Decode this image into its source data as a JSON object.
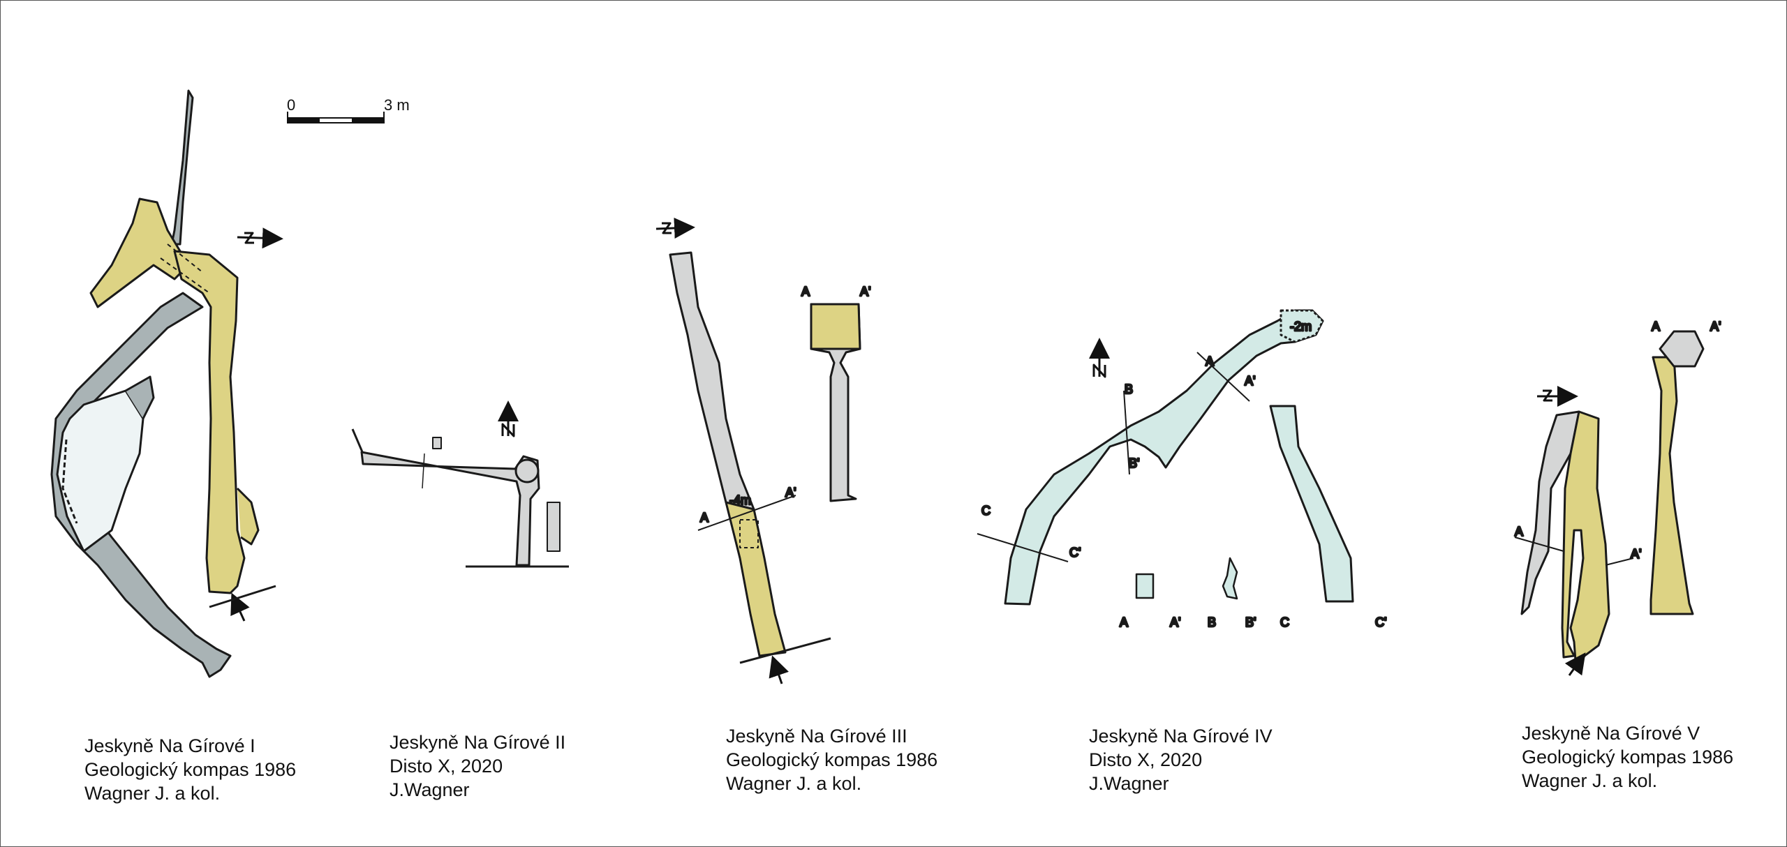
{
  "scale_bar": {
    "min": "0",
    "max": "3 m"
  },
  "colors": {
    "gray": "#a9b3b5",
    "light_gray": "#d5d6d6",
    "yellow": "#ddd384",
    "mint": "#d3eae6",
    "pale": "#eef4f5",
    "outline": "#1a1a1a"
  },
  "plans": [
    {
      "lines": [
        "Jeskyně Na Gírové I",
        "Geologický kompas 1986",
        "Wagner J. a kol."
      ],
      "labels": []
    },
    {
      "lines": [
        "Jeskyně Na Gírové II",
        "Disto X, 2020",
        "J.Wagner"
      ],
      "labels": []
    },
    {
      "lines": [
        "Jeskyně Na Gírové III",
        "Geologický kompas 1986",
        "Wagner J. a kol."
      ],
      "labels": {
        "depth": "-4m",
        "a": "A",
        "a1": "A'",
        "xa": "A",
        "xa1": "A'"
      }
    },
    {
      "lines": [
        "Jeskyně Na Gírové IV",
        "Disto X, 2020",
        "J.Wagner"
      ],
      "labels": {
        "depth": "-2m",
        "a": "A",
        "a1": "A'",
        "b": "B",
        "b1": "B'",
        "c": "C",
        "c1": "C'",
        "xa": "A",
        "xa1": "A'",
        "xb": "B",
        "xb1": "B'",
        "xc": "C",
        "xc1": "C'"
      }
    },
    {
      "lines": [
        "Jeskyně Na Gírové V",
        "Geologický kompas 1986",
        "Wagner J. a kol."
      ],
      "labels": {
        "a": "A",
        "a1": "A'",
        "xa": "A",
        "xa1": "A'"
      }
    }
  ]
}
